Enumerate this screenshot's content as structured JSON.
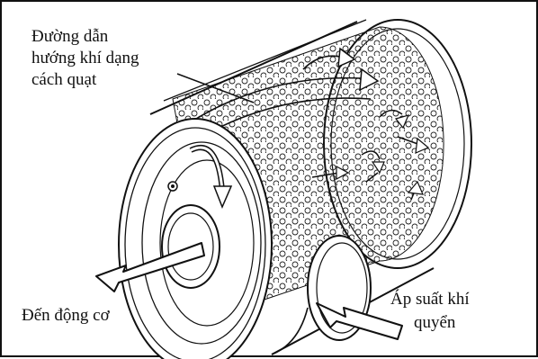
{
  "figure": {
    "labels": {
      "air_duct": [
        "Đường dẫn",
        "hướng khí dạng",
        "cách quạt"
      ],
      "to_engine": "Đến động cơ",
      "atm_pressure": [
        "Áp suất khí",
        "quyển"
      ]
    },
    "colors": {
      "line": "#111111",
      "background": "#ffffff",
      "filter_fill": "#f2f2f2"
    },
    "icons": [
      "outflow-arrow-icon",
      "inflow-arrow-icon",
      "swirl-arrow-icon"
    ]
  }
}
